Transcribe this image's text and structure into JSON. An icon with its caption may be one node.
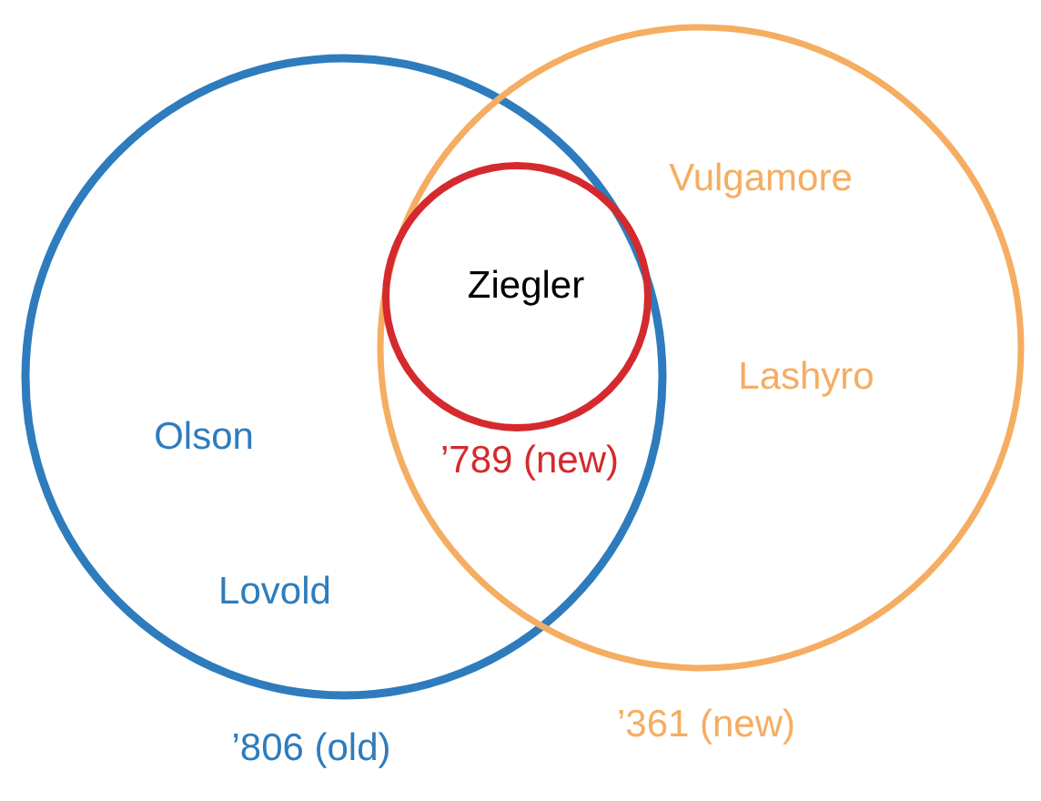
{
  "diagram": {
    "nodes": [
      {
        "text": [
          "Olson",
          "Lovold"
        ],
        "beside": [
          "’806 (old)"
        ]
      },
      {
        "text": [
          "Vulgamore",
          "Lashyro"
        ]
      },
      {
        "text": [
          "Ziegler"
        ],
        "beside": [
          "’789 (new)"
        ]
      }
    ],
    "labels": [
      "’361 (new)"
    ]
  }
}
